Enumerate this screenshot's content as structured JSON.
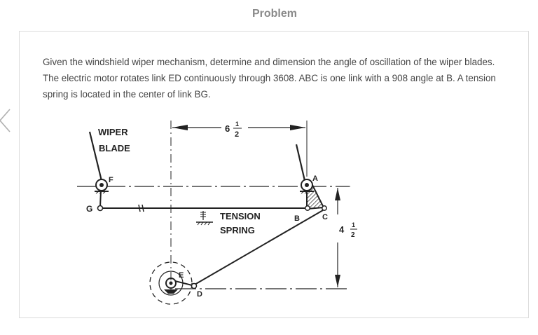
{
  "header": {
    "title": "Problem"
  },
  "problem": {
    "text": "Given the windshield wiper mechanism, determine and dimension the angle of oscillation of the wiper blades. The electric motor rotates link ED continuously through 3608. ABC is one link with a 908 angle at B. A tension spring is located in the center of link BG."
  },
  "diagram": {
    "labels": {
      "wiper": "WIPER",
      "blade": "BLADE",
      "f": "F",
      "g": "G",
      "a": "A",
      "b": "B",
      "c": "C",
      "d": "D",
      "e": "E",
      "tension": "TENSION",
      "spring": "SPRING",
      "dim_h_whole": "6",
      "dim_h_num": "1",
      "dim_h_den": "2",
      "dim_v_whole": "4",
      "dim_v_num": "1",
      "dim_v_den": "2"
    }
  }
}
